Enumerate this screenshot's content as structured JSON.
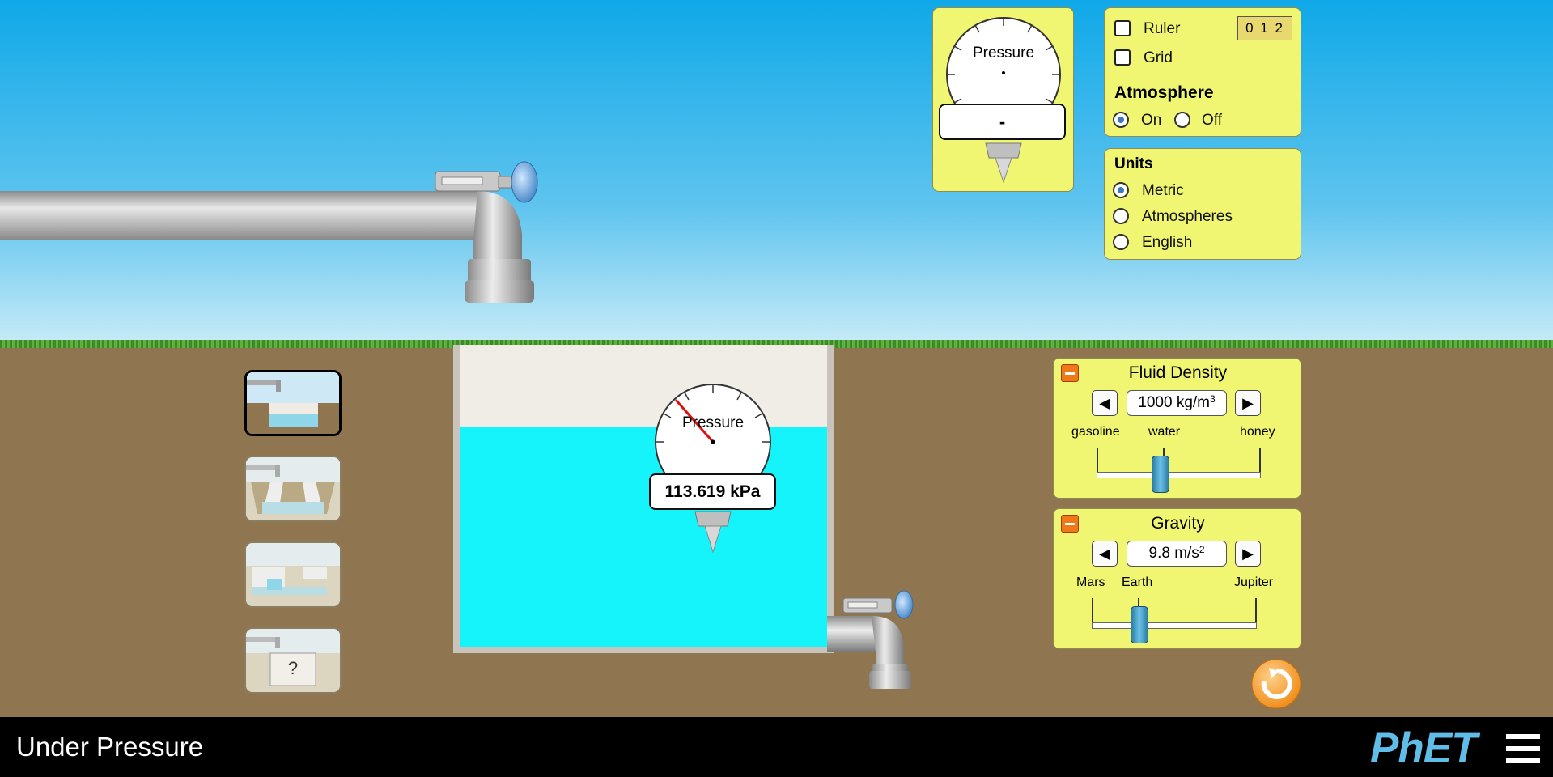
{
  "title": "Under Pressure",
  "brand": "PhET",
  "top_gauge": {
    "label": "Pressure",
    "readout": "-"
  },
  "tank_gauge": {
    "label": "Pressure",
    "readout": "113.619 kPa"
  },
  "options": {
    "ruler_label": "Ruler",
    "ruler_icon_text": "0 1 2",
    "grid_label": "Grid",
    "atmosphere_title": "Atmosphere",
    "on_label": "On",
    "off_label": "Off",
    "atmosphere_selected": "On"
  },
  "units": {
    "title": "Units",
    "options": [
      "Metric",
      "Atmospheres",
      "English"
    ],
    "selected": "Metric"
  },
  "fluid_density": {
    "title": "Fluid Density",
    "value": "1000 kg/m",
    "unit_sup": "3",
    "labels": [
      "gasoline",
      "water",
      "honey"
    ],
    "slider_fraction": 0.39
  },
  "gravity": {
    "title": "Gravity",
    "value": "9.8 m/s",
    "unit_sup": "2",
    "labels": [
      "Mars",
      "Earth",
      "Jupiter"
    ],
    "slider_fraction": 0.29
  },
  "scenes": [
    {
      "name": "scene-rectangle-pool",
      "selected": true
    },
    {
      "name": "scene-trapezoid-pool",
      "selected": false
    },
    {
      "name": "scene-chamber-pool",
      "selected": false
    },
    {
      "name": "scene-mystery-pool",
      "selected": false,
      "label": "?"
    }
  ],
  "colors": {
    "panel": "#f0f572",
    "water": "#16f4fb",
    "ground": "#8f7650",
    "reset": "#f39a28",
    "phet_blue": "#5fbde8"
  },
  "icons": {
    "reset": "reset-all-icon",
    "menu": "hamburger-menu-icon",
    "arrow_left": "arrow-left-icon",
    "arrow_right": "arrow-right-icon"
  }
}
